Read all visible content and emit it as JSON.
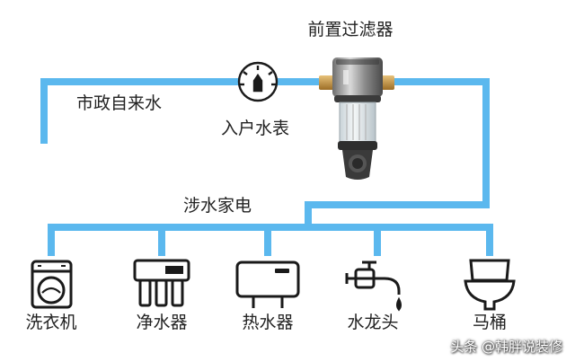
{
  "title": "前置过滤器",
  "labels": {
    "municipal": "市政自来水",
    "meter": "入户水表",
    "appliances": "涉水家电"
  },
  "devices": [
    {
      "label": "洗衣机",
      "icon": "washing-machine-icon"
    },
    {
      "label": "净水器",
      "icon": "water-purifier-icon"
    },
    {
      "label": "热水器",
      "icon": "water-heater-icon"
    },
    {
      "label": "水龙头",
      "icon": "faucet-icon"
    },
    {
      "label": "马桶",
      "icon": "toilet-icon"
    }
  ],
  "watermark": "头条 @韩胖说装修",
  "colors": {
    "pipe": "#5bb8ee",
    "icon": "#1a1a1a"
  }
}
